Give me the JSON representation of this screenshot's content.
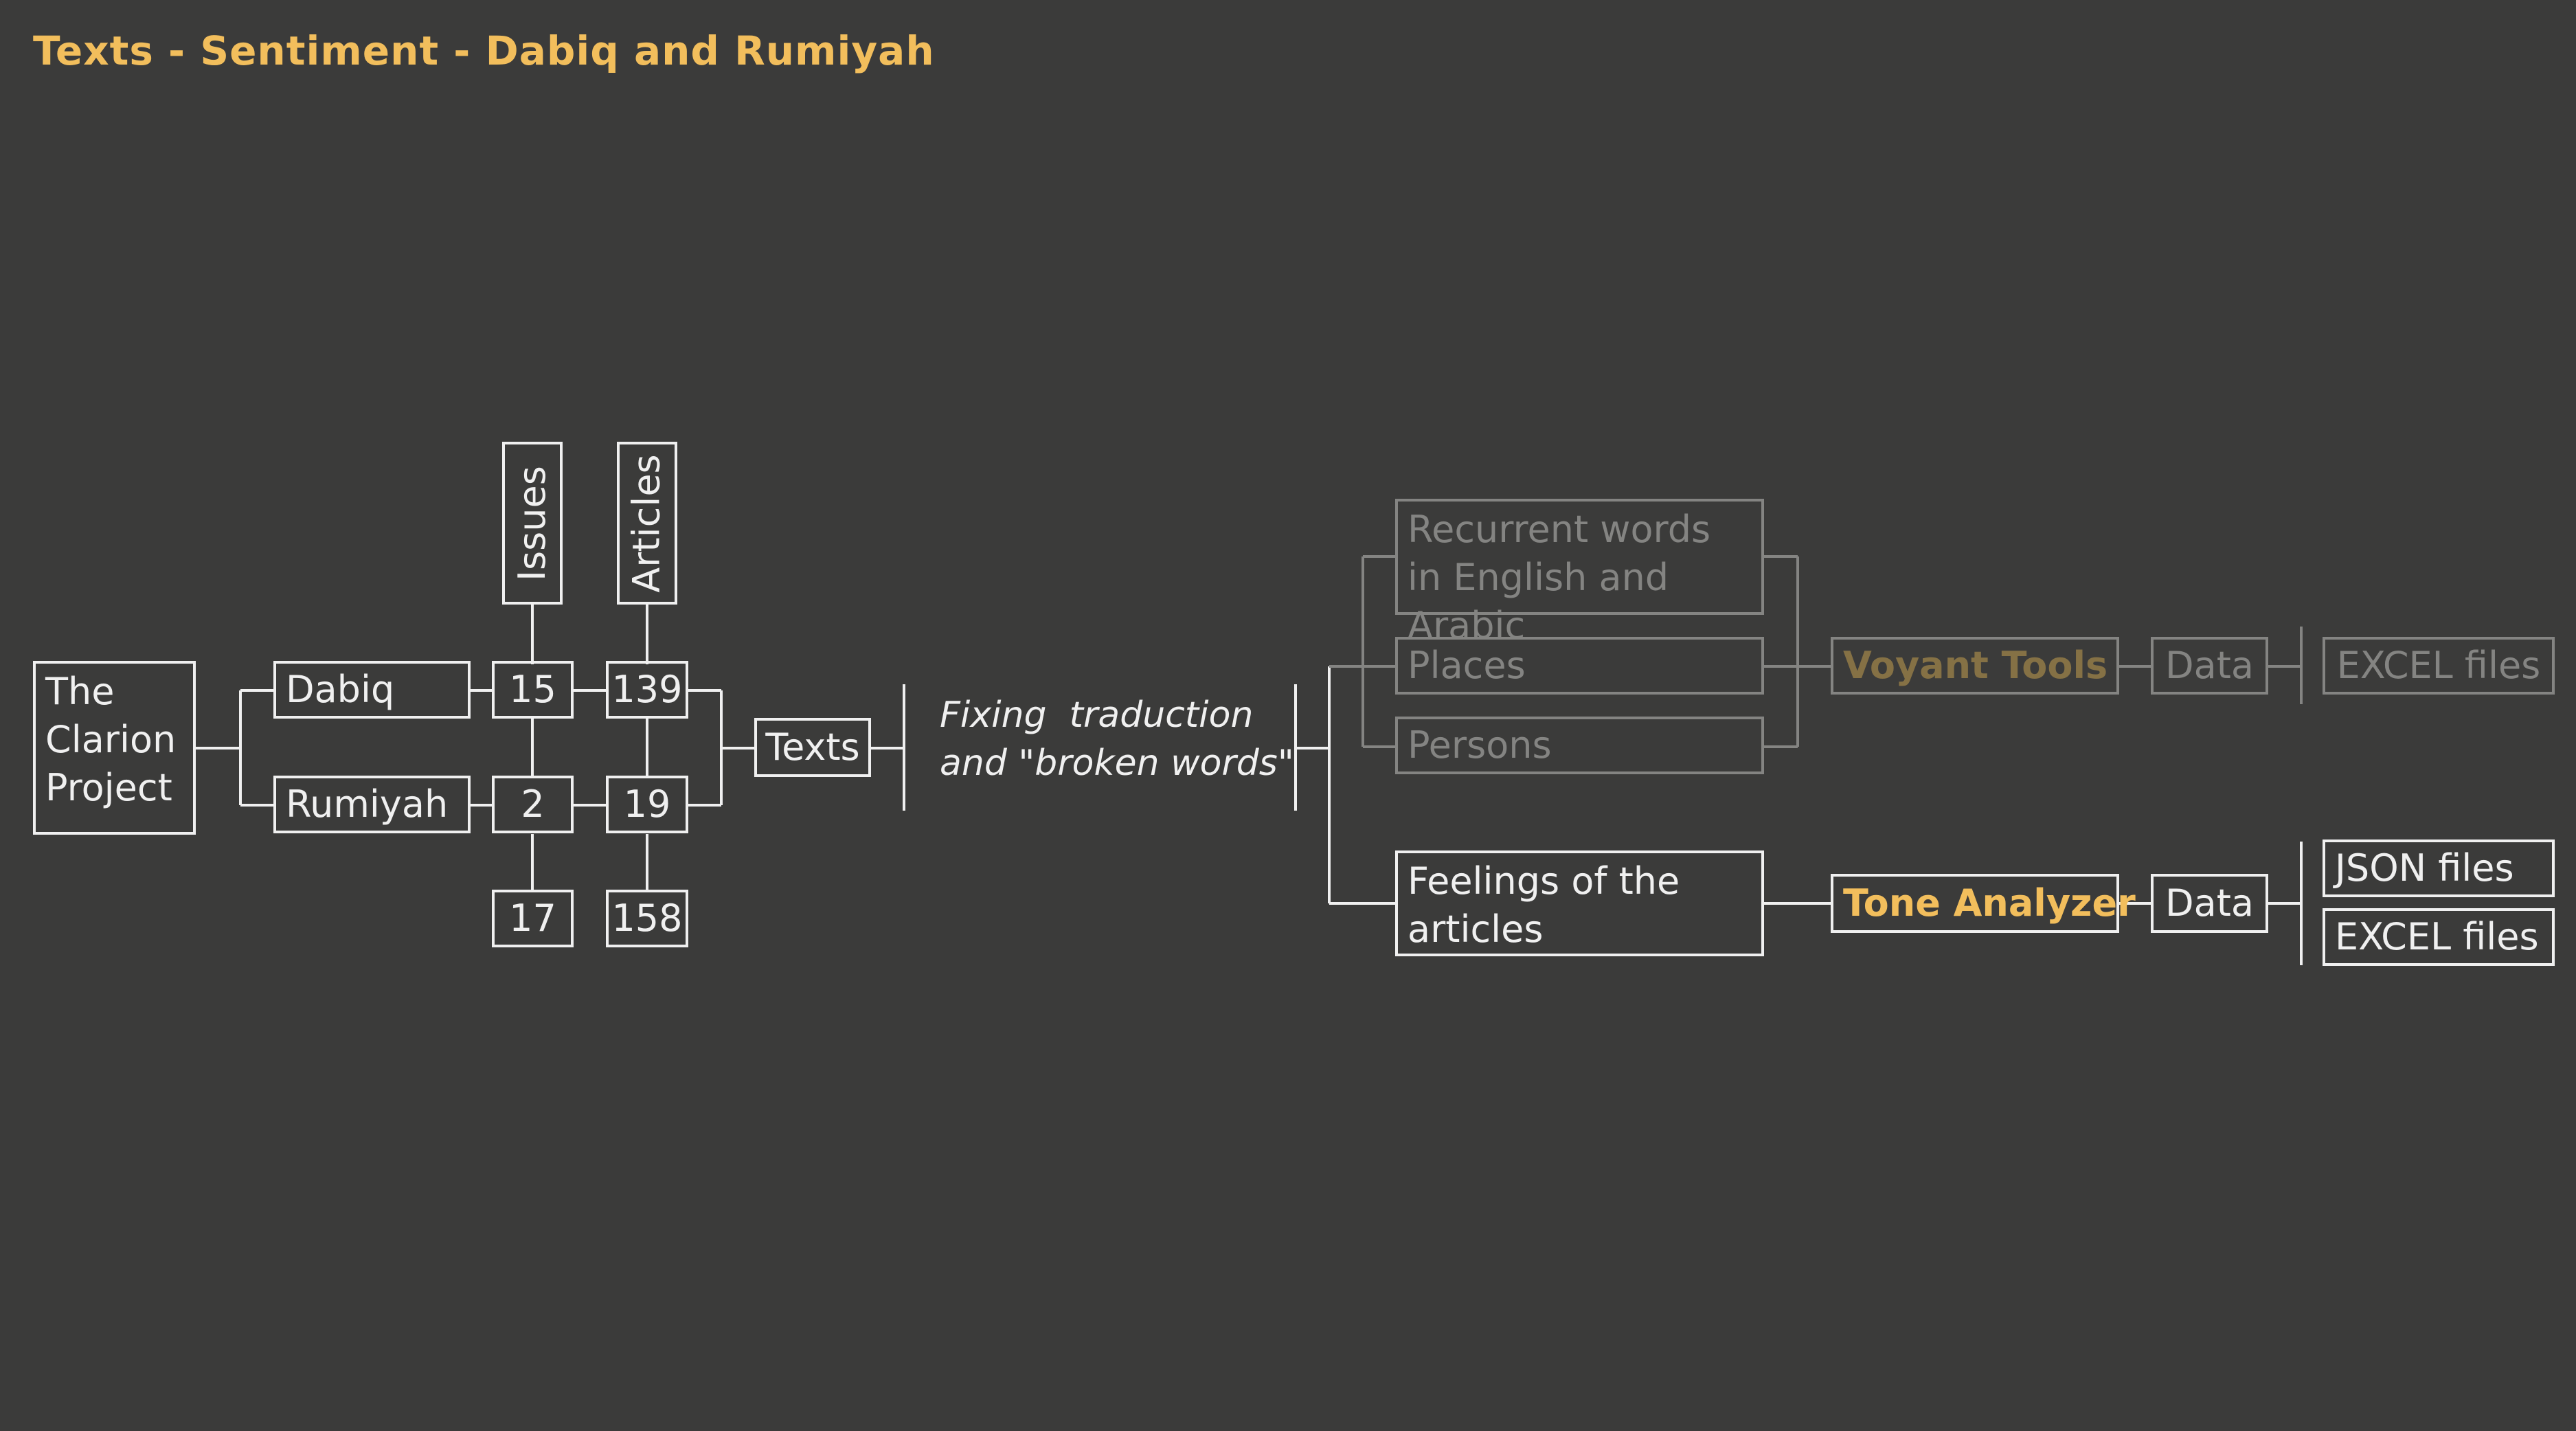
{
  "title": "Texts - Sentiment - Dabiq and Rumiyah",
  "colors": {
    "background": "#3b3b3a",
    "line": "#f0f0f0",
    "dim": "#848482",
    "accent": "#f2be5c",
    "dim_accent": "#857145"
  },
  "source": {
    "label": "The Clarion Project"
  },
  "magazines": {
    "dabiq": "Dabiq",
    "rumiyah": "Rumiyah"
  },
  "headers": {
    "issues": "Issues",
    "articles": "Articles"
  },
  "counts": {
    "dabiq_issues": "15",
    "dabiq_articles": "139",
    "rumiyah_issues": "2",
    "rumiyah_articles": "19",
    "total_issues": "17",
    "total_articles": "158"
  },
  "texts": "Texts",
  "note": "Fixing  traduction\nand \"broken words\"",
  "upper_branch": {
    "recurrent": "Recurrent words in English and Arabic",
    "places": "Places",
    "persons": "Persons",
    "tool": "Voyant Tools",
    "data": "Data",
    "output": "EXCEL files"
  },
  "lower_branch": {
    "feelings": "Feelings of the articles",
    "tool": "Tone Analyzer",
    "data": "Data",
    "output_json": "JSON files",
    "output_excel": "EXCEL files"
  }
}
